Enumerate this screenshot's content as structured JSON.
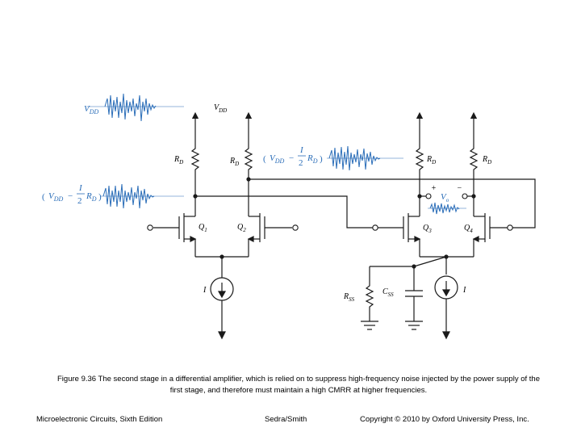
{
  "colors": {
    "wire": "#1a1a1a",
    "noise": "#2a6db8",
    "accent": "#2a6db8"
  },
  "labels": {
    "vdd_noise": "V_DD",
    "vdd_supply": "V_DD",
    "rd": "R_D",
    "q1": "Q1",
    "q2": "Q2",
    "q3": "Q3",
    "q4": "Q4",
    "current": "I",
    "rss": "R_SS",
    "css": "C_SS",
    "vo": "V_o",
    "plus": "+",
    "minus": "−",
    "left_noise_expr": "(V_DD − (I/2) R_D)",
    "mid_noise_expr": "(V_DD − (I/2) R_D)"
  },
  "caption": {
    "line1": "Figure 9.36 The second stage in a differential amplifier, which is relied on to suppress high-frequency noise injected by the power supply of the",
    "line2": "first stage, and therefore must maintain a high CMRR at higher frequencies."
  },
  "footer": {
    "book": "Microelectronic Circuits, Sixth Edition",
    "authors": "Sedra/Smith",
    "copyright": "Copyright © 2010 by Oxford University Press, Inc."
  }
}
